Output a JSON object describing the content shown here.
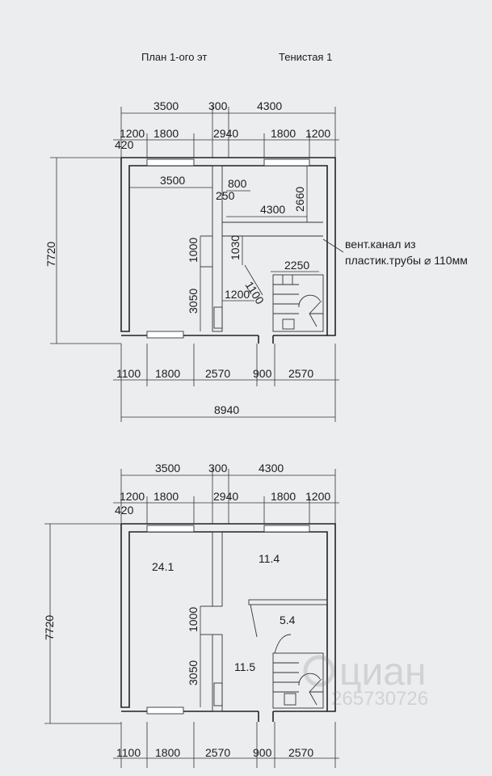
{
  "header": {
    "title": "План 1-ого эт",
    "address": "Тенистая 1"
  },
  "plan1": {
    "top_dims": [
      "3500",
      "300",
      "4300"
    ],
    "second_dims": [
      "1200",
      "1800",
      "2940",
      "1800",
      "1200"
    ],
    "corner_dim": "420",
    "side_dim": "7720",
    "inner_dims": {
      "left_room_width": "3500",
      "corridor_width": "800",
      "wall_250": "250",
      "right_room_width": "4300",
      "right_room_depth": "2660",
      "door_1000": "1000",
      "door_1030": "1030",
      "stair_width": "2250",
      "wall_3050": "3050",
      "passage_1200": "1200",
      "diagonal_1100": "1100"
    },
    "bottom_dims": [
      "1100",
      "1800",
      "2570",
      "900",
      "2570"
    ],
    "total_dim": "8940",
    "note_line1": "вент.канал из",
    "note_line2": "пластик.трубы ⌀ 110мм"
  },
  "plan2": {
    "top_dims": [
      "3500",
      "300",
      "4300"
    ],
    "second_dims": [
      "1200",
      "1800",
      "2940",
      "1800",
      "1200"
    ],
    "corner_dim": "420",
    "side_dim": "7720",
    "inner_dims": {
      "door_1000": "1000",
      "wall_3050": "3050"
    },
    "areas": [
      "24.1",
      "11.4",
      "5.4",
      "11.5"
    ],
    "bottom_dims": [
      "1100",
      "1800",
      "2570",
      "900",
      "2570"
    ]
  },
  "watermark": {
    "logo": "циан",
    "number": "265730726"
  }
}
